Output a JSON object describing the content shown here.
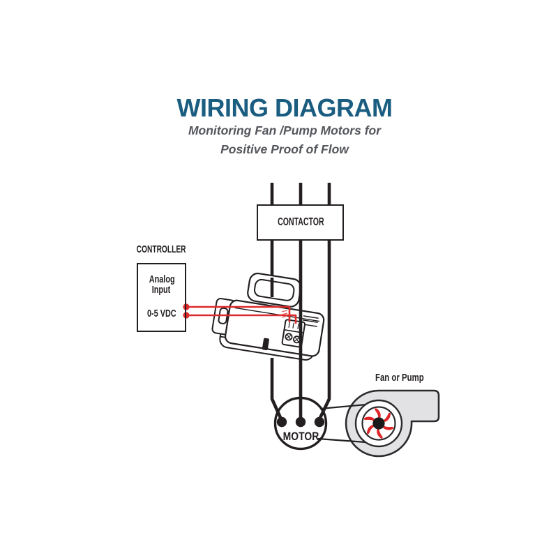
{
  "header": {
    "title": "WIRING DIAGRAM",
    "subtitle_line1": "Monitoring Fan /Pump Motors for",
    "subtitle_line2": "Positive Proof of Flow"
  },
  "diagram": {
    "contactor": {
      "label": "CONTACTOR"
    },
    "controller": {
      "label": "CONTROLLER",
      "input_label": "Analog Input",
      "signal_label": "0-5 VDC"
    },
    "motor": {
      "label": "MOTOR"
    },
    "fan_pump": {
      "label": "Fan or Pump"
    }
  },
  "icons": {
    "current_sensor": "clamp-on-current-sensor",
    "impeller": "red-impeller",
    "terminal_block": "two-screw-terminal"
  },
  "colors": {
    "title_text": "#1a5d80",
    "subtitle_text": "#54565c",
    "power_wire": "#231f20",
    "signal_wire": "#dd2a2a",
    "impeller": "#e02426",
    "pump_housing_fill": "#e2e2e4",
    "outline": "#2b2b2d",
    "label_text": "#231f20"
  }
}
